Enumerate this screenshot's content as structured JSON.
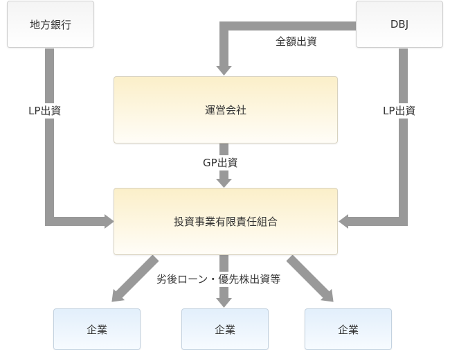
{
  "colors": {
    "arrow": "#999999",
    "top_box": "#f4f4f4",
    "org_box": "#fbefc9",
    "company_box": "#e2effb"
  },
  "nodes": {
    "local_bank": "地方銀行",
    "dbj": "DBJ",
    "operating_company": "運営会社",
    "partnership": "投資事業有限責任組合",
    "company_1": "企業",
    "company_2": "企業",
    "company_3": "企業"
  },
  "edges": {
    "full_investment": "全額出資",
    "lp_left": "LP出資",
    "lp_right": "LP出資",
    "gp": "GP出資",
    "investment": "劣後ローン・優先株出資等"
  }
}
